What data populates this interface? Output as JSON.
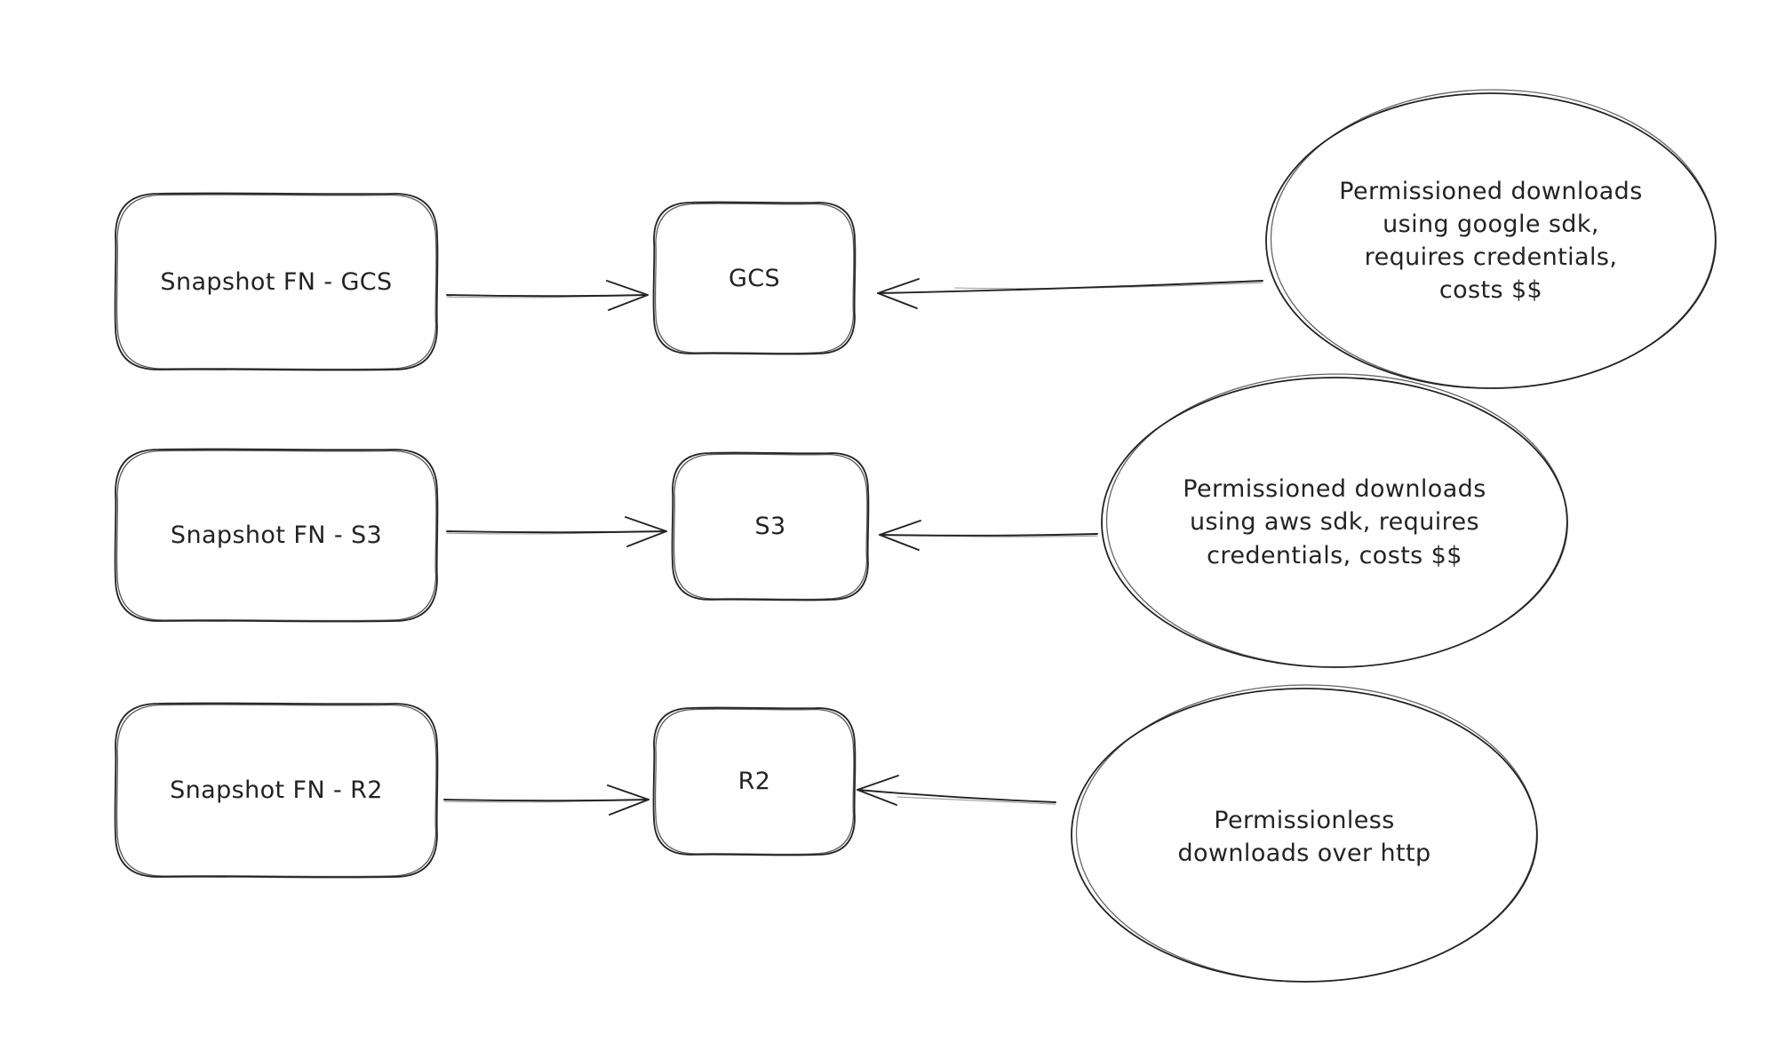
{
  "diagram": {
    "background_color": "#ffffff",
    "stroke_color": "#232323",
    "rows": [
      {
        "source_label": "Snapshot FN - GCS",
        "target_label": "GCS",
        "note": "Permissioned downloads\nusing google sdk,\nrequires credentials,\ncosts $$"
      },
      {
        "source_label": "Snapshot FN - S3",
        "target_label": "S3",
        "note": "Permissioned downloads\nusing aws sdk, requires\ncredentials, costs $$"
      },
      {
        "source_label": "Snapshot FN - R2",
        "target_label": "R2",
        "note": "Permissionless\ndownloads over http"
      }
    ],
    "edges": [
      {
        "from": "Snapshot FN - GCS",
        "to": "GCS"
      },
      {
        "from": "Permissioned downloads using google sdk note",
        "to": "GCS"
      },
      {
        "from": "Snapshot FN - S3",
        "to": "S3"
      },
      {
        "from": "Permissioned downloads using aws sdk note",
        "to": "S3"
      },
      {
        "from": "Snapshot FN - R2",
        "to": "R2"
      },
      {
        "from": "Permissionless downloads over http note",
        "to": "R2"
      }
    ]
  }
}
